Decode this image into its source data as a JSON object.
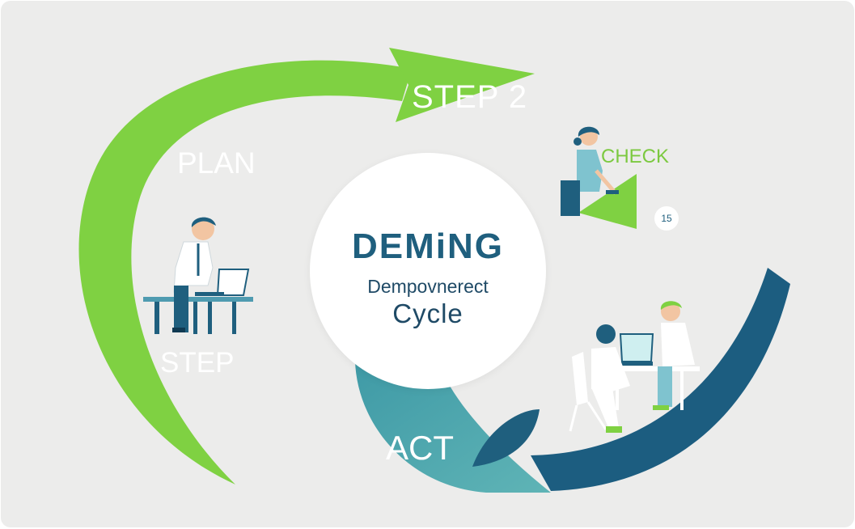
{
  "labels": {
    "step2": "STEP 2",
    "plan": "PLAN",
    "step": "STEP",
    "act": "ACT",
    "check": "CHECK",
    "badge": "15"
  },
  "center": {
    "title": "DEMiNG",
    "subtitle": "Dempovnerect",
    "subtitle2": "Cycle"
  },
  "colors": {
    "background": "#ececeb",
    "green_arrow": "#7fd142",
    "teal_arrow": "#4da6b0",
    "navy_arrow": "#1c5d80",
    "check_accent": "#7cc940"
  },
  "icons": [
    "person-at-laptop-icon",
    "person-writing-icon",
    "two-people-meeting-icon",
    "leaf-icon"
  ]
}
